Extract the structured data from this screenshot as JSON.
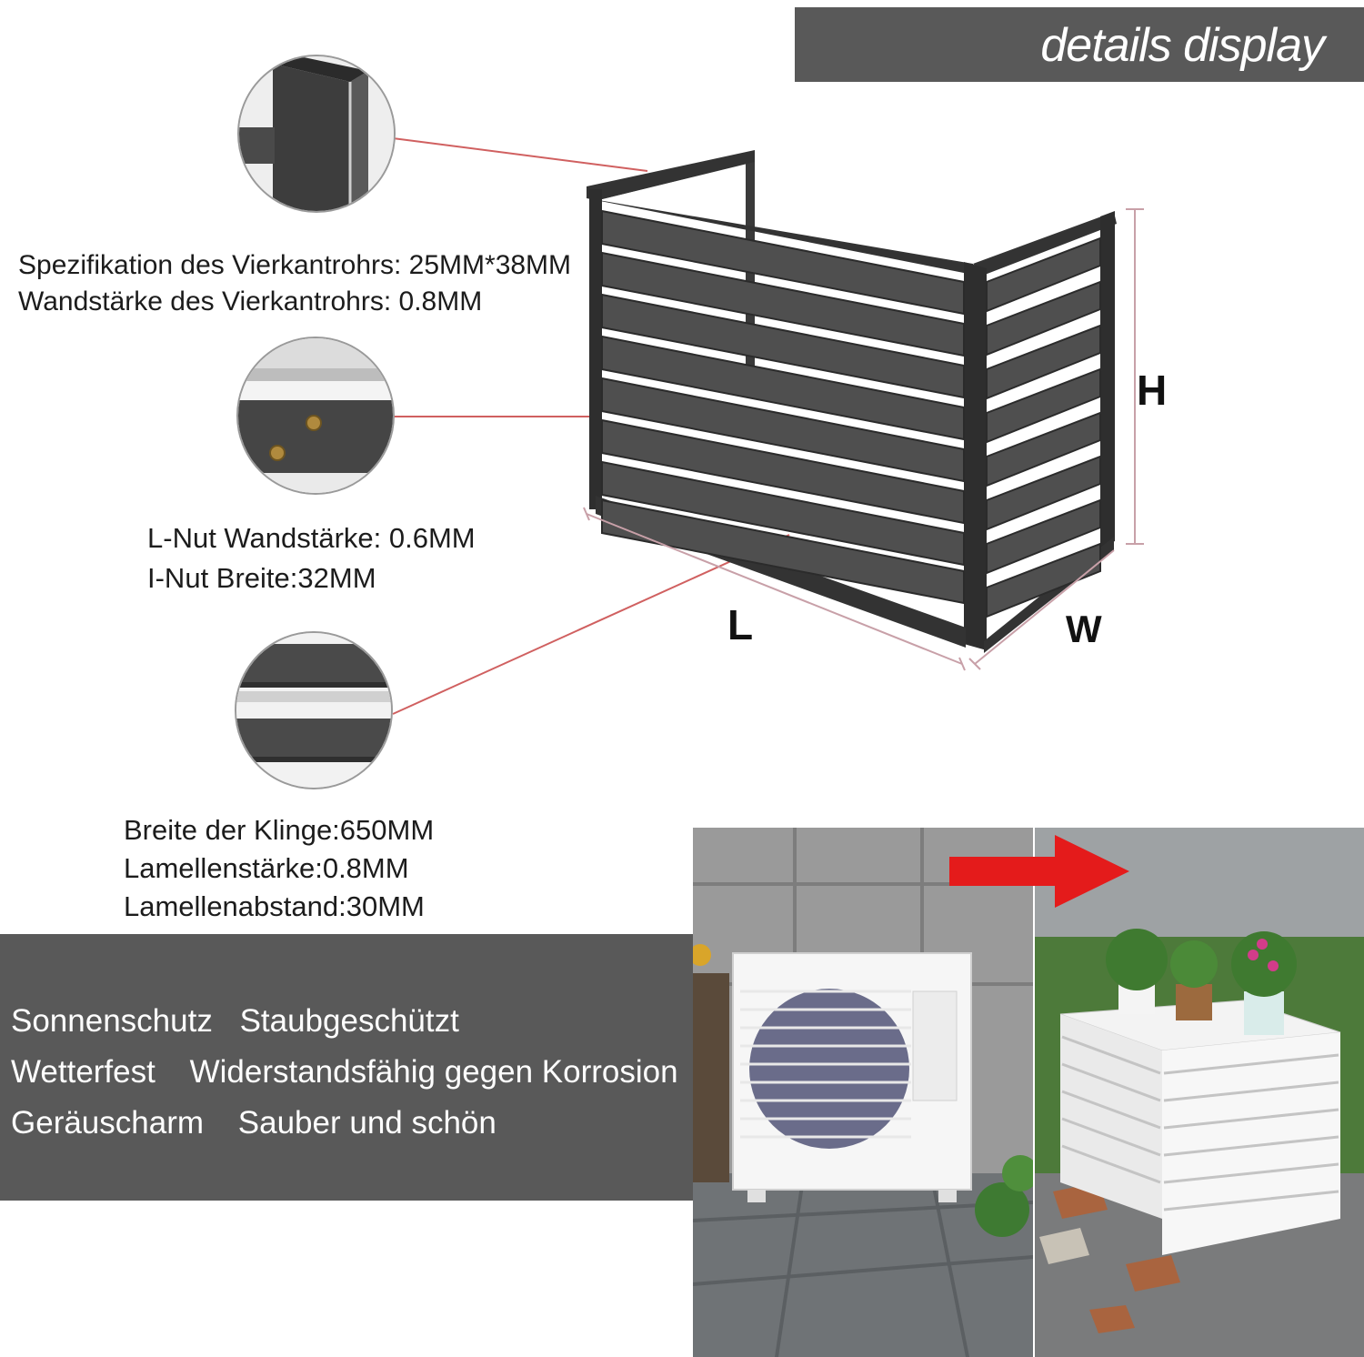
{
  "header": {
    "title": "details display"
  },
  "specs": {
    "tube": [
      "Spezifikation des Vierkantrohrs: 25MM*38MM",
      "Wandstärke des Vierkantrohrs: 0.8MM"
    ],
    "groove": [
      "L-Nut Wandstärke: 0.6MM",
      "I-Nut Breite:32MM"
    ],
    "blade": [
      "Breite der Klinge:650MM",
      "Lamellenstärke:0.8MM",
      "Lamellenabstand:30MM"
    ]
  },
  "dimensions": {
    "height": "H",
    "length": "L",
    "width": "W"
  },
  "features": [
    [
      "Sonnenschutz",
      "Staubgeschützt"
    ],
    [
      "Wetterfest",
      "Widerstandsfähig gegen Korrosion"
    ],
    [
      "Geräuscharm",
      "Sauber und schön"
    ]
  ],
  "colors": {
    "panel_gray": "#595959",
    "frame_dark": "#3a3a3a",
    "leader_red": "#d06060",
    "arrow_red": "#e41b1b"
  }
}
